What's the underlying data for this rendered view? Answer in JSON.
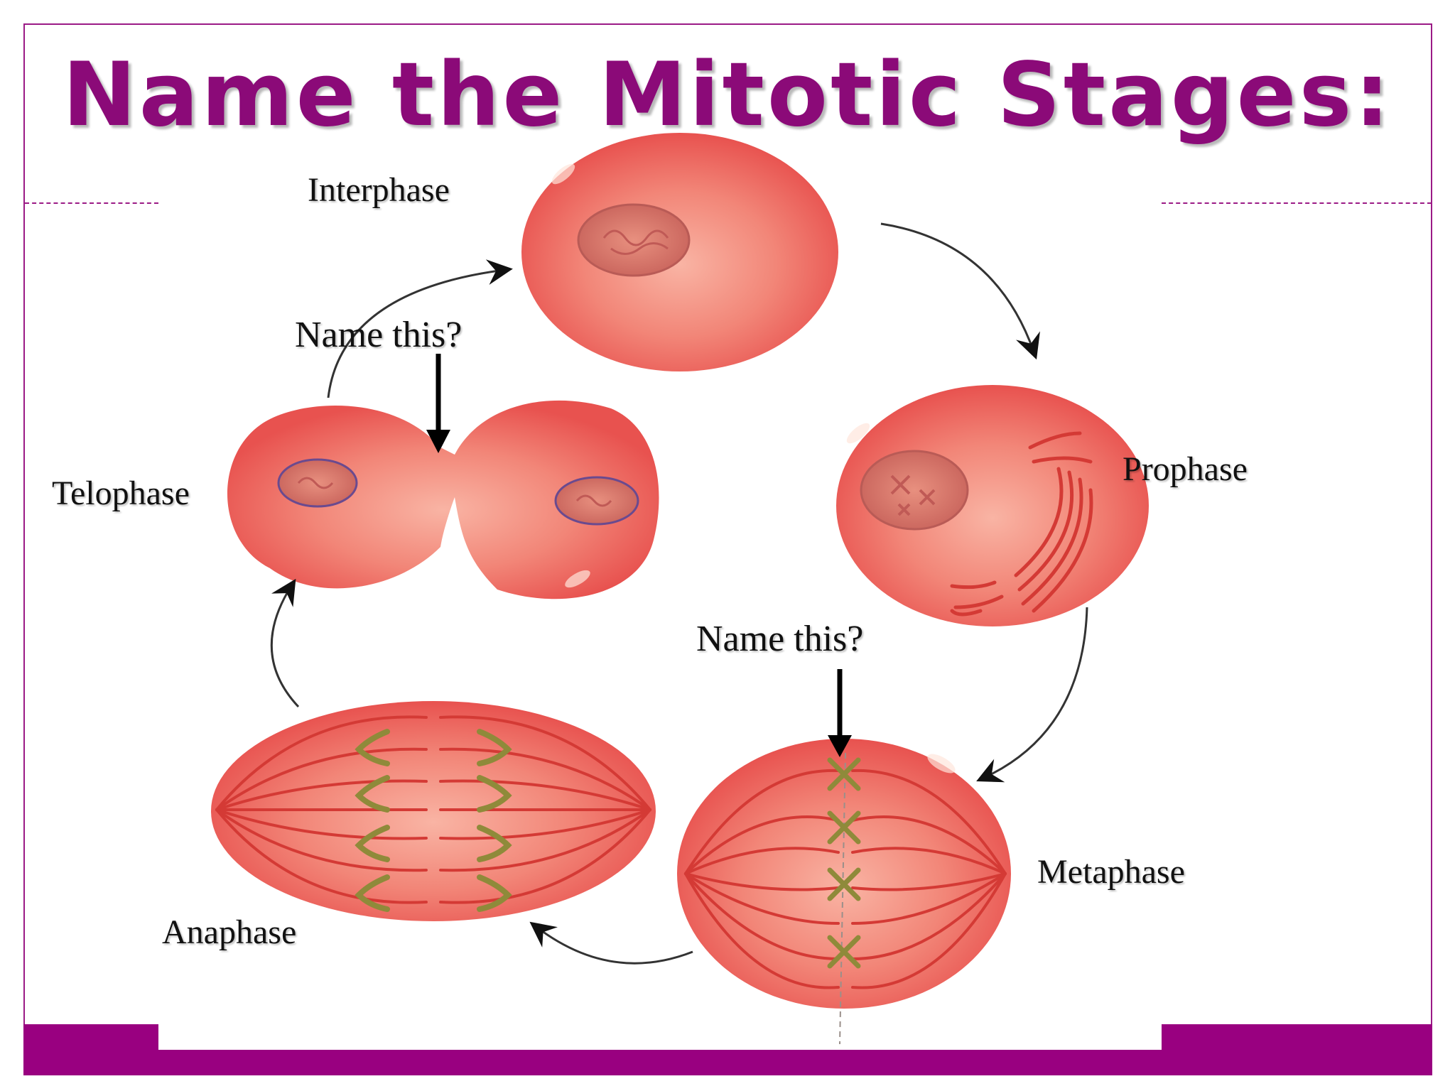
{
  "slide": {
    "title": "Name the Mitotic Stages:",
    "accent_color": "#990080",
    "cell_color": "#ef6a66",
    "arrow_color": "#111111"
  },
  "labels": {
    "interphase": "Interphase",
    "prophase": "Prophase",
    "metaphase": "Metaphase",
    "anaphase": "Anaphase",
    "telophase": "Telophase",
    "question_top": "Name this?",
    "question_bottom": "Name this?"
  }
}
